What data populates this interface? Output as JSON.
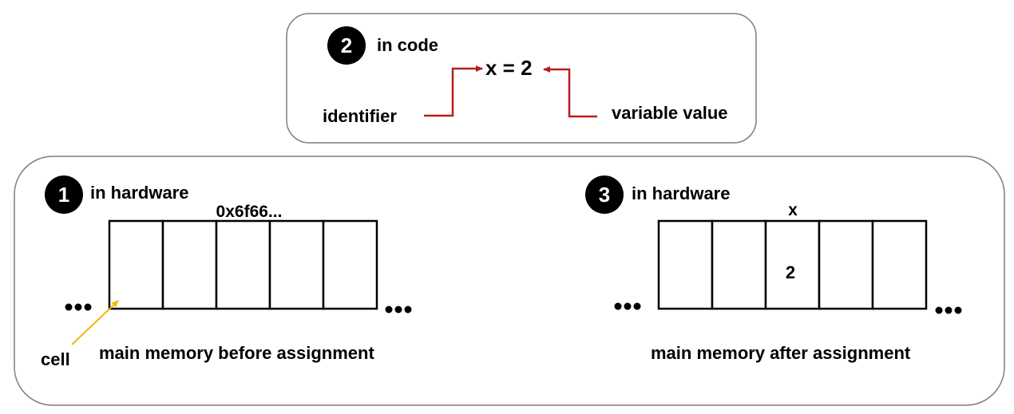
{
  "code_panel": {
    "step": "2",
    "heading": "in code",
    "expression": "x = 2",
    "identifier_label": "identifier",
    "value_label": "variable value",
    "arrow_color": "#b71c1c"
  },
  "before_panel": {
    "step": "1",
    "heading": "in hardware",
    "address_label": "0x6f66...",
    "cells": [
      "",
      "",
      "",
      "",
      ""
    ],
    "cell_label": "cell",
    "caption": "main memory before assignment",
    "pointer_color": "#f2b705"
  },
  "after_panel": {
    "step": "3",
    "heading": "in hardware",
    "variable_label": "x",
    "cells": [
      "",
      "",
      "2",
      "",
      ""
    ],
    "caption": "main memory after assignment"
  }
}
